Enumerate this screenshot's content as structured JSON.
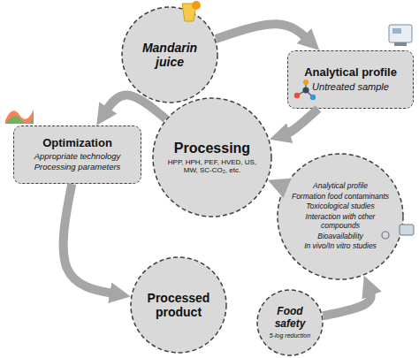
{
  "diagram": {
    "nodes": [
      {
        "text": [
          "Mandarin juice"
        ]
      },
      {
        "text": [
          "Analytical profile",
          "Untreated sample"
        ]
      },
      {
        "text": [
          "Optimization",
          "Appropriate technology",
          "Processing parameters"
        ]
      },
      {
        "text": [
          "Processing",
          "HPP, HPH, PEF, HVED, US, MW, SC-CO₂, etc."
        ]
      },
      {
        "text": [
          "Analytical profile",
          "Formation food contaminants",
          "Toxicological studies",
          "Interaction with other compounds",
          "Bioavailability",
          "In vivo/In vitro studies"
        ]
      },
      {
        "text": [
          "Processed product"
        ]
      },
      {
        "text": [
          "Food safety",
          "5-log reduction"
        ]
      }
    ],
    "edges": [
      {
        "from": 0,
        "to": 1,
        "arrow": "to"
      },
      {
        "from": 1,
        "to": 3,
        "arrow": "to"
      },
      {
        "from": 4,
        "to": 3,
        "arrow": "to"
      },
      {
        "from": 3,
        "to": 2,
        "arrow": "to"
      },
      {
        "from": 2,
        "to": 5,
        "arrow": "to"
      },
      {
        "from": 6,
        "to": 4,
        "arrow": "to"
      }
    ]
  }
}
